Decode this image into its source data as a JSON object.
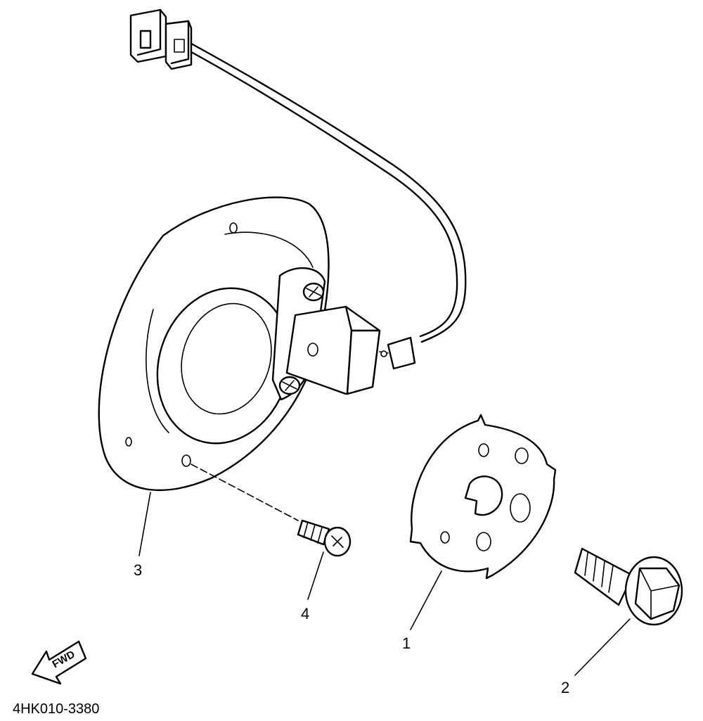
{
  "diagram": {
    "part_callouts": [
      {
        "id": "1",
        "label": "1",
        "part": "timing-plate"
      },
      {
        "id": "2",
        "label": "2",
        "part": "flange-bolt"
      },
      {
        "id": "3",
        "label": "3",
        "part": "pickup-base-plate"
      },
      {
        "id": "4",
        "label": "4",
        "part": "screw"
      }
    ],
    "fwd_label": "FWD",
    "figure_code": "4HK010-3380"
  }
}
